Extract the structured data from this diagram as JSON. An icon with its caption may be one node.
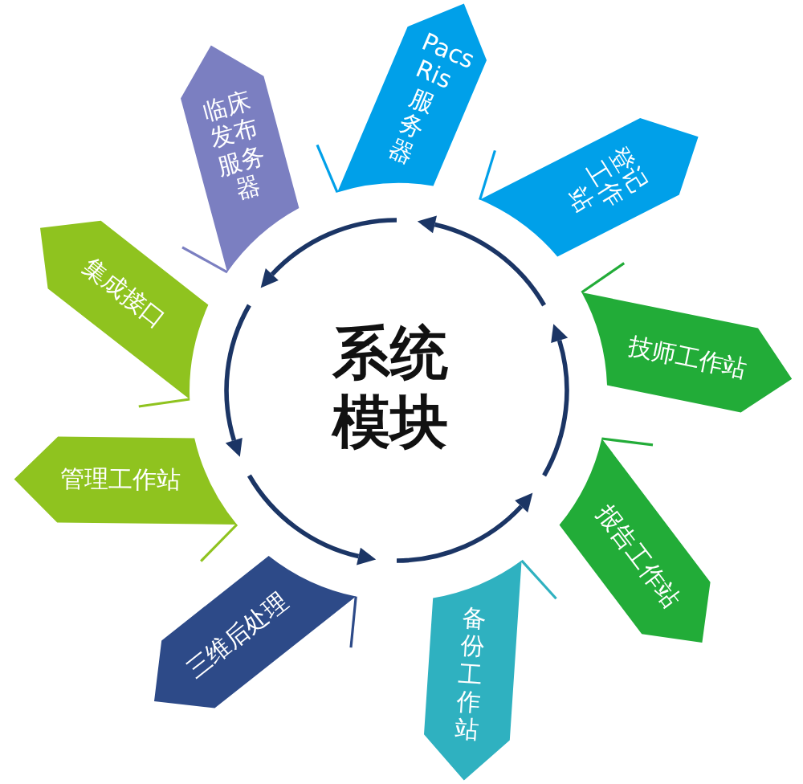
{
  "diagram": {
    "nodes": [
      {
        "text": [
          "系统模块"
        ]
      },
      {
        "text": [
          "临床发布服务器"
        ]
      },
      {
        "text": [
          "Pacs Ris 服务器"
        ]
      },
      {
        "text": [
          "登记工作站"
        ]
      },
      {
        "text": [
          "技师工作站"
        ]
      },
      {
        "text": [
          "报告工作站"
        ]
      },
      {
        "text": [
          "备份工作站"
        ]
      },
      {
        "text": [
          "三维后处理"
        ]
      },
      {
        "text": [
          "管理工作站"
        ]
      },
      {
        "text": [
          "集成接口"
        ]
      }
    ]
  }
}
